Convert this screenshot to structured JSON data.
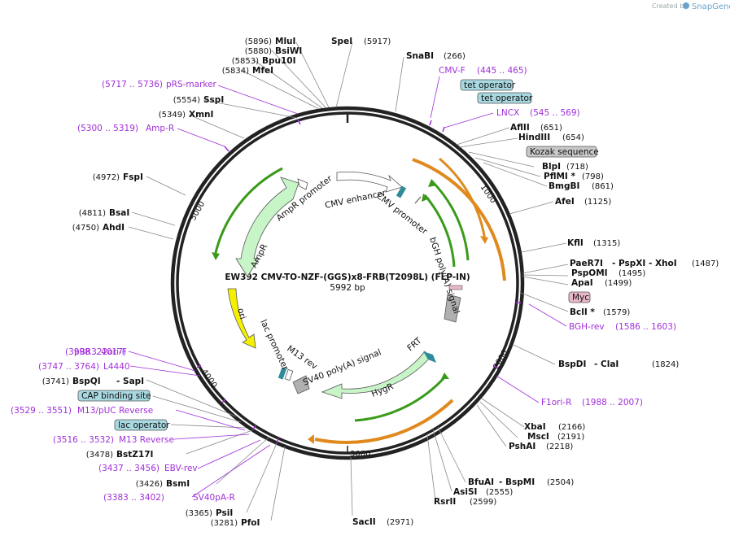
{
  "header": {
    "created_by": "Created by",
    "brand": "SnapGene"
  },
  "plasmid": {
    "name": "EW392 CMV-TO-NZF-(GGS)x8-FRB(T2098L) (FLP-IN)",
    "size": "5992 bp"
  },
  "ticks": [
    "1000",
    "2000",
    "3000",
    "4000",
    "5000"
  ],
  "sites": [
    {
      "pos": "(5896)",
      "name": "MluI"
    },
    {
      "pos": "(5880)",
      "name": "BsiWI"
    },
    {
      "pos": "(5853)",
      "name": "Bpu10I"
    },
    {
      "pos": "(5834)",
      "name": "MfeI"
    },
    {
      "pos": "(5554)",
      "name": "SspI"
    },
    {
      "pos": "(5349)",
      "name": "XmnI"
    },
    {
      "pos": "(4972)",
      "name": "FspI"
    },
    {
      "pos": "(4811)",
      "name": "BsaI"
    },
    {
      "pos": "(4750)",
      "name": "AhdI"
    },
    {
      "pos": "(3741)",
      "name": "BspQI",
      "extra": "- SapI"
    },
    {
      "pos": "(3478)",
      "name": "BstZ17I"
    },
    {
      "pos": "(3426)",
      "name": "BsmI"
    },
    {
      "pos": "(3365)",
      "name": "PsiI"
    },
    {
      "pos": "(3281)",
      "name": "PfoI"
    },
    {
      "name": "SpeI",
      "pos": "(5917)"
    },
    {
      "name": "SnaBI",
      "pos": "(266)"
    },
    {
      "name": "AflII",
      "pos": "(651)"
    },
    {
      "name": "HindIII",
      "pos": "(654)"
    },
    {
      "name": "BlpI",
      "pos": "(718)"
    },
    {
      "name": "PflMI *",
      "pos": "(798)"
    },
    {
      "name": "BmgBI",
      "pos": "(861)"
    },
    {
      "name": "AfeI",
      "pos": "(1125)"
    },
    {
      "name": "KflI",
      "pos": "(1315)"
    },
    {
      "name": "PaeR7I",
      "extra": "- PspXI   - XhoI",
      "pos": "(1487)"
    },
    {
      "name": "PspOMI",
      "pos": "(1495)"
    },
    {
      "name": "ApaI",
      "pos": "(1499)"
    },
    {
      "name": "BclI *",
      "pos": "(1579)"
    },
    {
      "name": "BspDI",
      "extra": "- ClaI",
      "pos": "(1824)"
    },
    {
      "name": "XbaI",
      "pos": "(2166)"
    },
    {
      "name": "MscI",
      "pos": "(2191)"
    },
    {
      "name": "PshAI",
      "pos": "(2218)"
    },
    {
      "name": "BfuAI",
      "extra": "- BspMI",
      "pos": "(2504)"
    },
    {
      "name": "AsiSI",
      "pos": "(2555)"
    },
    {
      "name": "RsrII",
      "pos": "(2599)"
    },
    {
      "name": "SacII",
      "pos": "(2971)"
    }
  ],
  "primers": [
    {
      "range": "(5717 .. 5736)",
      "name": "pRS-marker"
    },
    {
      "range": "(5300 .. 5319)",
      "name": "Amp-R"
    },
    {
      "range": "(3998 .. 4017)",
      "name": "pBR322ori-F"
    },
    {
      "range": "(3747 .. 3764)",
      "name": "L4440"
    },
    {
      "range": "(3529 .. 3551)",
      "name": "M13/pUC Reverse"
    },
    {
      "range": "(3516 .. 3532)",
      "name": "M13 Reverse"
    },
    {
      "range": "(3437 .. 3456)",
      "name": "EBV-rev"
    },
    {
      "range": "(3383 .. 3402)",
      "name": "SV40pA-R"
    },
    {
      "name": "CMV-F",
      "range": "(445 .. 465)"
    },
    {
      "name": "LNCX",
      "range": "(545 .. 569)"
    },
    {
      "name": "BGH-rev",
      "range": "(1586 .. 1603)"
    },
    {
      "name": "F1ori-R",
      "range": "(1988 .. 2007)"
    }
  ],
  "boxed": [
    {
      "name": "tet operator",
      "color": "#a8d8e0"
    },
    {
      "name": "tet operator",
      "color": "#a8d8e0"
    },
    {
      "name": "Kozak sequence",
      "color": "#c8c8c8"
    },
    {
      "name": "Myc",
      "color": "#e8b8c8"
    },
    {
      "name": "CAP binding site",
      "color": "#a8d8e0"
    },
    {
      "name": "lac operator",
      "color": "#a8d8e0"
    }
  ],
  "features": {
    "ampr_promoter": "AmpR promoter",
    "cmv_enhancer": "CMV enhancer",
    "cmv_promoter": "CMV promoter",
    "ampr": "AmpR",
    "bgh": "bGH poly(A) signal",
    "ori": "ori",
    "lac_promoter": "lac promoter",
    "m13_rev": "M13 rev",
    "sv40": "SV40 poly(A) signal",
    "frt": "FRT",
    "hygr": "HygR"
  },
  "colors": {
    "backbone": "#222222",
    "primer": "#a02fd8",
    "green_arrow": "#3a9a1a",
    "orange_arrow": "#e08a1e",
    "ampr_fill": "#c8f5c8",
    "ori_fill": "#f5f000",
    "hygr_fill": "#c8f5c8",
    "cmv_fill": "#ffffff",
    "bgh_fill": "#b0b0b0"
  }
}
